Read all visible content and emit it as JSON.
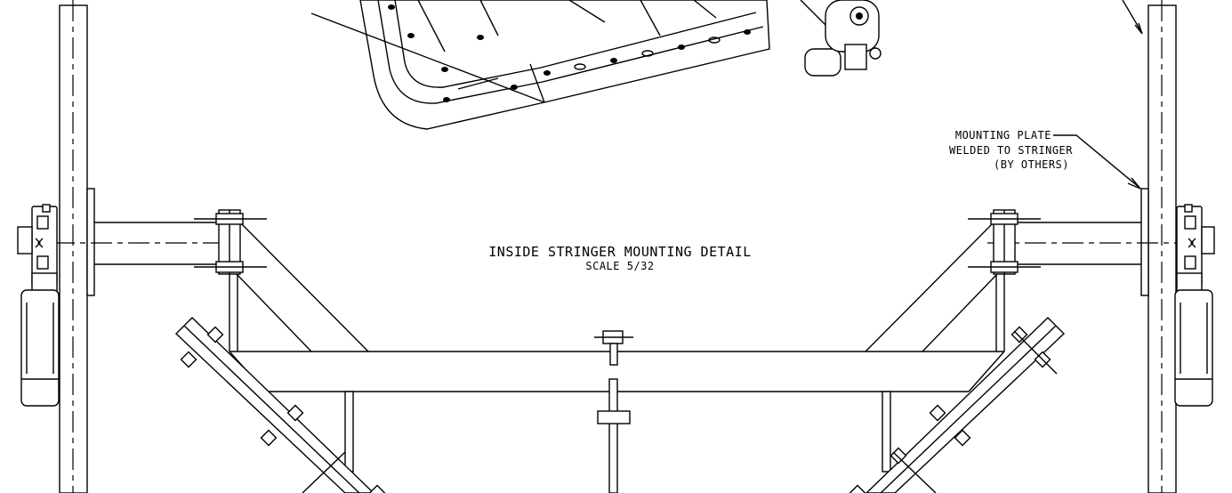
{
  "drawing": {
    "title": "INSIDE STRINGER MOUNTING DETAIL",
    "scale": "SCALE  5/32",
    "callout": {
      "line1": "MOUNTING PLATE",
      "line2": "WELDED TO STRINGER",
      "line3": "(BY OTHERS)"
    }
  }
}
